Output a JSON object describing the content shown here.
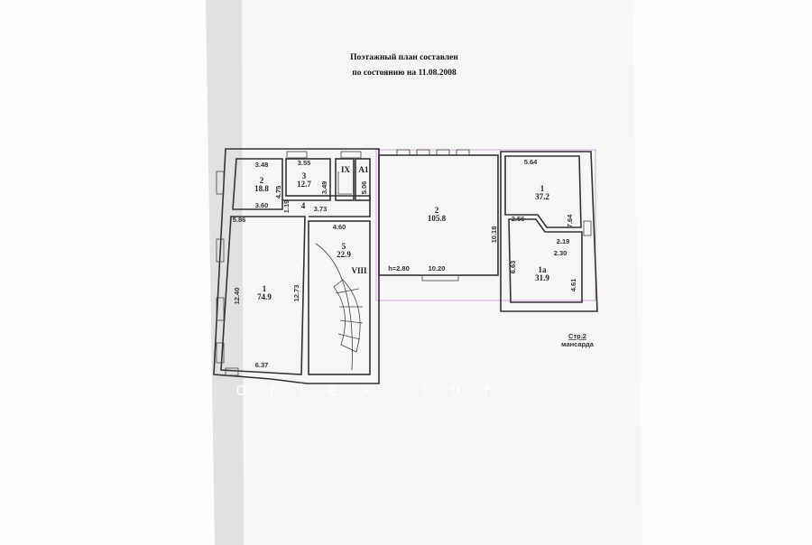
{
  "header": {
    "line1": "Поэтажный план составлен",
    "line2": "по состоянию на 11.08.2008"
  },
  "rooms": {
    "r2_small": {
      "num": "2",
      "area": "18.8",
      "top": "3.48",
      "bottom": "3.60",
      "side": "4.75"
    },
    "r3": {
      "num": "3",
      "area": "12.7",
      "top": "3.55",
      "side": "3.49"
    },
    "r4": {
      "num": "4",
      "side": "1.19",
      "len": "3.73"
    },
    "stair_ix": {
      "label": "IX",
      "a1": "A1",
      "side": "5.06"
    },
    "r1": {
      "num": "1",
      "area": "74.9",
      "top": "5.86",
      "left": "12.40",
      "right": "12.73",
      "bottom": "6.37"
    },
    "r5": {
      "num": "5",
      "area": "22.9",
      "top": "4.60",
      "stair": "VIII"
    },
    "r2_big": {
      "num": "2",
      "area": "105.8",
      "height": "h=2.80",
      "bottom": "10.20",
      "side": "10.18"
    },
    "r1_right": {
      "num": "1",
      "area": "37.2",
      "top": "5.64",
      "side": "7.64",
      "a": "2.56",
      "b": "2.19",
      "c": "2.30"
    },
    "r1a": {
      "num": "1a",
      "area": "31.9",
      "left": "6.63",
      "right": "4.61"
    }
  },
  "footer": {
    "page": "Стр.2",
    "floor": "мансарда"
  },
  "watermark": "fortex   for"
}
